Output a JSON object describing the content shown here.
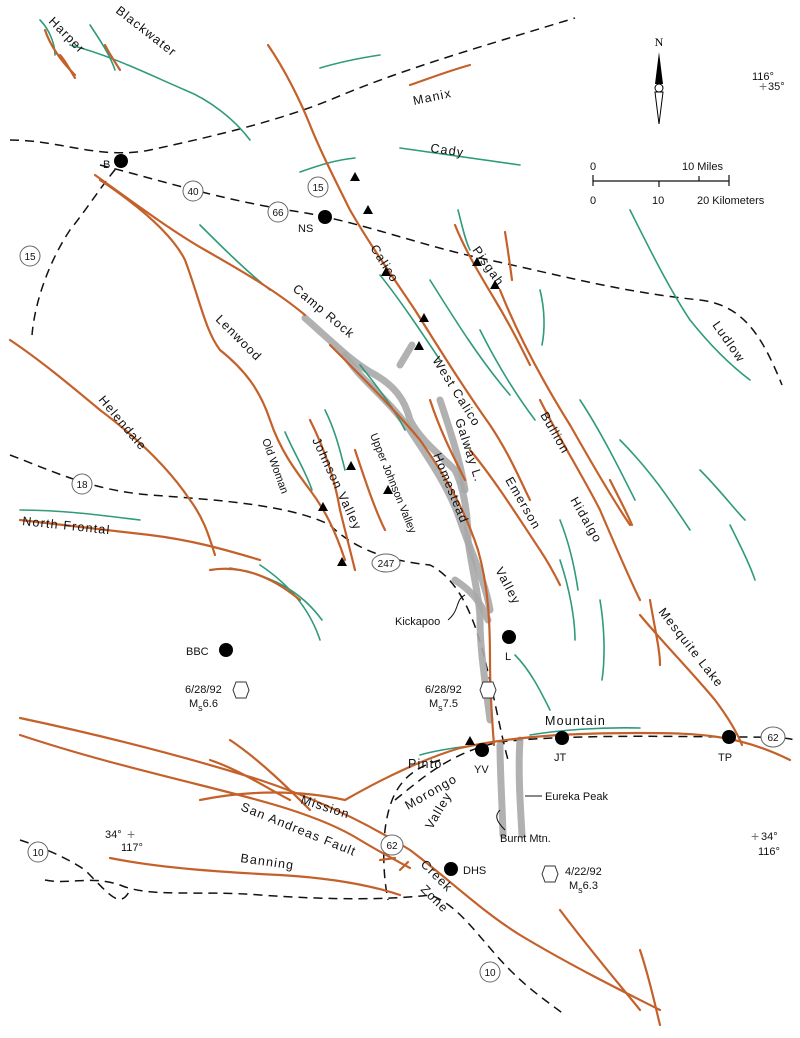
{
  "map": {
    "north_label": "N",
    "scale": {
      "miles_zero": "0",
      "miles_ten": "10 Miles",
      "km_zero": "0",
      "km_ten": "10",
      "km_twenty": "20 Kilometers"
    },
    "coords": [
      {
        "lon": "116°",
        "lat": "35°"
      },
      {
        "lon": "117°",
        "lat": "34°"
      },
      {
        "lon": "116°",
        "lat": "34°"
      }
    ],
    "faults": {
      "harper": "Harper",
      "blackwater": "Blackwater",
      "manix": "Manix",
      "cady": "Cady",
      "calico": "Calico",
      "pisgah": "Pisgah",
      "camp_rock": "Camp Rock",
      "west_calico": "West Calico",
      "ludlow": "Ludlow",
      "lenwood": "Lenwood",
      "helendale": "Helendale",
      "bullion": "Bullion",
      "galway": "Galway L.",
      "homestead": "Homestead",
      "upper_johnson": "Upper Johnson Valley",
      "johnson": "Johnson Valley",
      "old_woman": "Old Woman",
      "emerson": "Emerson",
      "hidalgo": "Hidalgo",
      "north_frontal": "North Frontal",
      "valley": "Valley",
      "kickapoo": "Kickapoo",
      "mesquite": "Mesquite Lake",
      "mountain": "Mountain",
      "pinto": "Pinto",
      "eureka": "Eureka Peak",
      "burnt": "Burnt Mtn.",
      "morongo": "Morongo",
      "morongo_valley": "Valley",
      "mission": "Mission",
      "san_andreas": "San Andreas Fault",
      "creek": "Creek",
      "zone": "Zone",
      "banning": "Banning"
    },
    "towns": {
      "b": "B",
      "ns": "NS",
      "l": "L",
      "bbc": "BBC",
      "yv": "YV",
      "jt": "JT",
      "tp": "TP",
      "dhs": "DHS"
    },
    "highways": {
      "i15a": "15",
      "i40": "40",
      "r66": "66",
      "i15b": "15",
      "r18": "18",
      "r247": "247",
      "r62a": "62",
      "r62b": "62",
      "i10a": "10",
      "i10b": "10"
    },
    "earthquakes": [
      {
        "date": "6/28/92",
        "mag_prefix": "M",
        "mag_sub": "s",
        "mag": "6.6"
      },
      {
        "date": "6/28/92",
        "mag_prefix": "M",
        "mag_sub": "s",
        "mag": "7.5"
      },
      {
        "date": "4/22/92",
        "mag_prefix": "M",
        "mag_sub": "s",
        "mag": "6.3"
      }
    ],
    "colors": {
      "fault_orange": "#c4612a",
      "fault_green": "#2f9a7c",
      "rupture": "#a9a9a9"
    }
  }
}
